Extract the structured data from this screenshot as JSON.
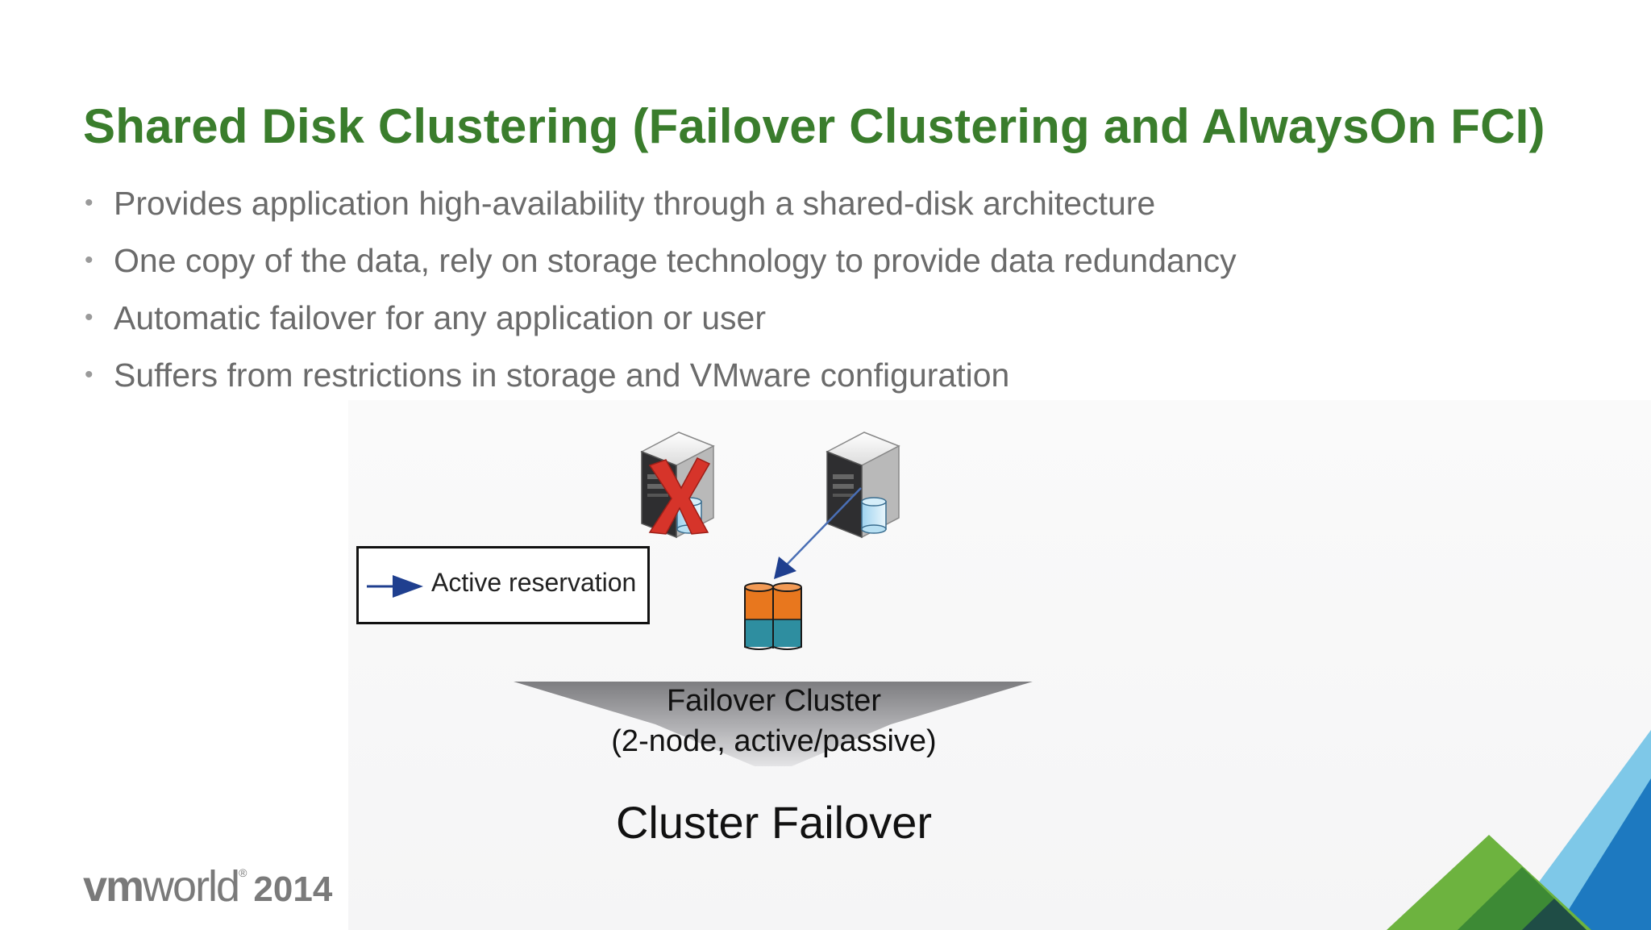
{
  "slide": {
    "title": "Shared Disk Clustering (Failover Clustering and AlwaysOn FCI)",
    "bullets": [
      "Provides application high-availability through a shared-disk architecture",
      "One copy of the data, rely on storage technology to provide data redundancy",
      "Automatic failover for any application or user",
      "Suffers from restrictions in storage and VMware configuration"
    ],
    "bullet_glyph": "•"
  },
  "diagram": {
    "legend_label": "Active reservation",
    "funnel_line1": "Failover Cluster",
    "funnel_line2": "(2-node, active/passive)",
    "caption": "Cluster Failover",
    "icons": [
      "server-icon",
      "failed-x-icon",
      "server-icon",
      "shared-disk-icon",
      "arrow-icon"
    ]
  },
  "footer": {
    "logo_vm": "vm",
    "logo_world": "world",
    "logo_reg": "®",
    "logo_year": "2014"
  },
  "colors": {
    "title_green": "#3a7d2c",
    "bullet_gray": "#6b6b6b",
    "arrow_blue": "#1f3f8f",
    "disk_orange": "#e8771e",
    "disk_teal": "#2e8ea0",
    "x_red": "#d6342a",
    "corner_green": "#6db33f",
    "corner_dark_green": "#3d8a35",
    "corner_light_blue": "#7ec8e8",
    "corner_blue": "#1d79c0"
  }
}
